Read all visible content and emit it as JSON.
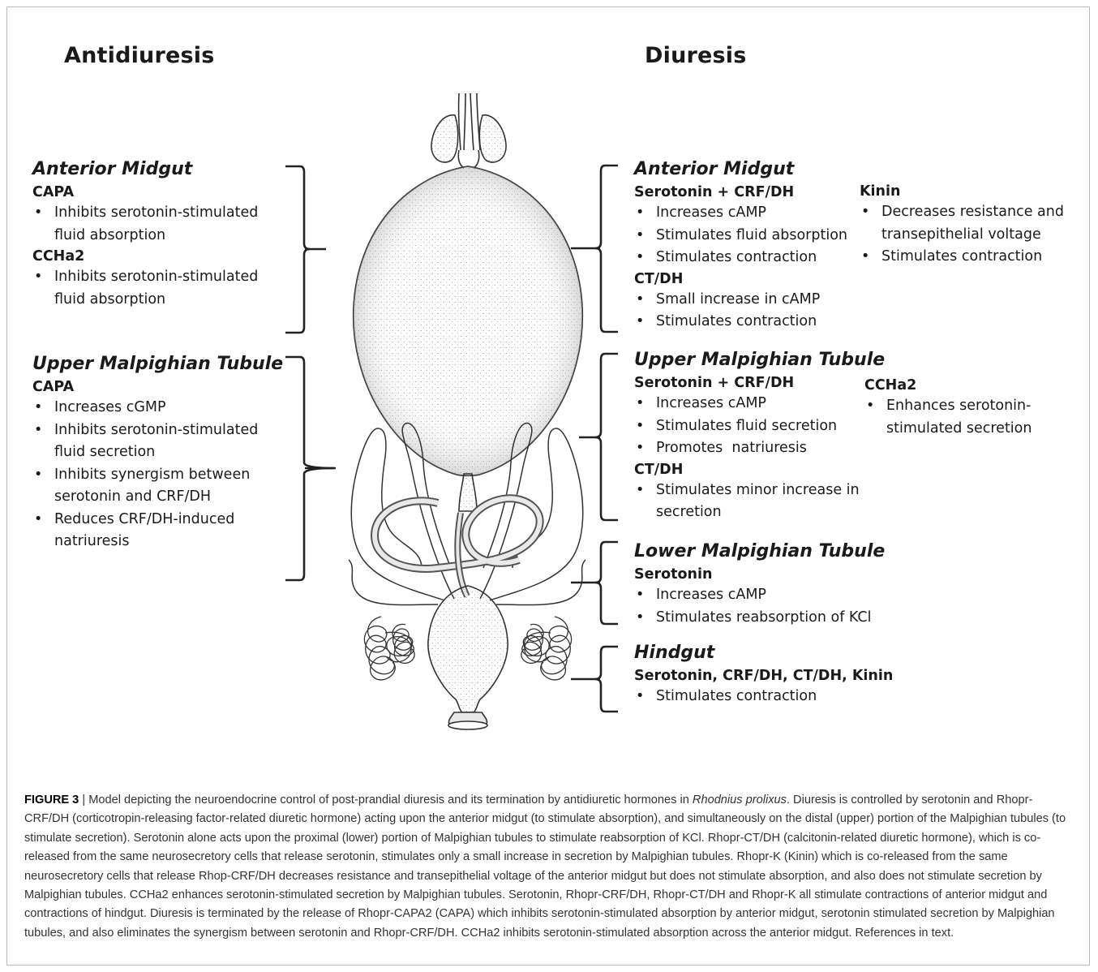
{
  "headings": {
    "left": "Antidiuresis",
    "right": "Diuresis"
  },
  "left": {
    "anterior_midgut": {
      "title": "Anterior Midgut",
      "groups": [
        {
          "agent": "CAPA",
          "items": [
            "Inhibits serotonin-stimulated fluid absorption"
          ]
        },
        {
          "agent": "CCHa2",
          "items": [
            "Inhibits serotonin-stimulated fluid absorption"
          ]
        }
      ]
    },
    "upper_mt": {
      "title": "Upper Malpighian Tubule",
      "groups": [
        {
          "agent": "CAPA",
          "items": [
            "Increases cGMP",
            "Inhibits serotonin-stimulated fluid secretion",
            "Inhibits synergism between serotonin and CRF/DH",
            "Reduces CRF/DH-induced natriuresis"
          ]
        }
      ]
    }
  },
  "right": {
    "anterior_midgut": {
      "title": "Anterior Midgut",
      "groups": [
        {
          "agent": "Serotonin + CRF/DH",
          "items": [
            "Increases cAMP",
            "Stimulates fluid absorption",
            "Stimulates contraction"
          ]
        },
        {
          "agent": "CT/DH",
          "items": [
            "Small increase in cAMP",
            "Stimulates contraction"
          ]
        }
      ],
      "side": {
        "agent": "Kinin",
        "items": [
          "Decreases resistance and transepithelial voltage",
          "Stimulates contraction"
        ]
      }
    },
    "upper_mt": {
      "title": "Upper Malpighian Tubule",
      "groups": [
        {
          "agent": "Serotonin + CRF/DH",
          "items": [
            "Increases cAMP",
            "Stimulates fluid secretion",
            "Promotes  natriuresis"
          ]
        },
        {
          "agent": "CT/DH",
          "items": [
            "Stimulates minor increase in secretion"
          ]
        }
      ],
      "side": {
        "agent": "CCHa2",
        "items": [
          "Enhances serotonin-stimulated secretion"
        ]
      }
    },
    "lower_mt": {
      "title": "Lower Malpighian Tubule",
      "groups": [
        {
          "agent": "Serotonin",
          "items": [
            "Increases cAMP",
            "Stimulates reabsorption of KCl"
          ]
        }
      ]
    },
    "hindgut": {
      "title": "Hindgut",
      "groups": [
        {
          "agent": "Serotonin, CRF/DH, CT/DH, Kinin",
          "items": [
            "Stimulates contraction"
          ]
        }
      ]
    }
  },
  "caption": {
    "label": "FIGURE 3",
    "sep": " | ",
    "pre": "Model depicting the neuroendocrine control of post-prandial diuresis and its termination by antidiuretic hormones in ",
    "species": "Rhodnius prolixus",
    "post": ". Diuresis is controlled by serotonin and Rhopr-CRF/DH (corticotropin-releasing factor-related diuretic hormone) acting upon the anterior midgut (to stimulate absorption), and simultaneously on the distal (upper) portion of the Malpighian tubules (to stimulate secretion). Serotonin alone acts upon the proximal (lower) portion of Malpighian tubules to stimulate reabsorption of KCl. Rhopr-CT/DH (calcitonin-related diuretic hormone), which is co-released from the same neurosecretory cells that release serotonin, stimulates only a small increase in secretion by Malpighian tubules. Rhopr-K (Kinin) which is co-released from the same neurosecretory cells that release Rhop-CRF/DH decreases resistance and transepithelial voltage of the anterior midgut but does not stimulate absorption, and also does not stimulate secretion by Malpighian tubules. CCHa2 enhances serotonin-stimulated secretion by Malpighian tubules. Serotonin, Rhopr-CRF/DH, Rhopr-CT/DH and Rhopr-K all stimulate contractions of anterior midgut and contractions of hindgut. Diuresis is terminated by the release of Rhopr-CAPA2 (CAPA) which inhibits serotonin-stimulated absorption by anterior midgut, serotonin stimulated secretion by Malpighian tubules, and also eliminates the synergism between serotonin and Rhopr-CRF/DH. CCHa2 inhibits serotonin-stimulated absorption across the anterior midgut. References in text."
  }
}
